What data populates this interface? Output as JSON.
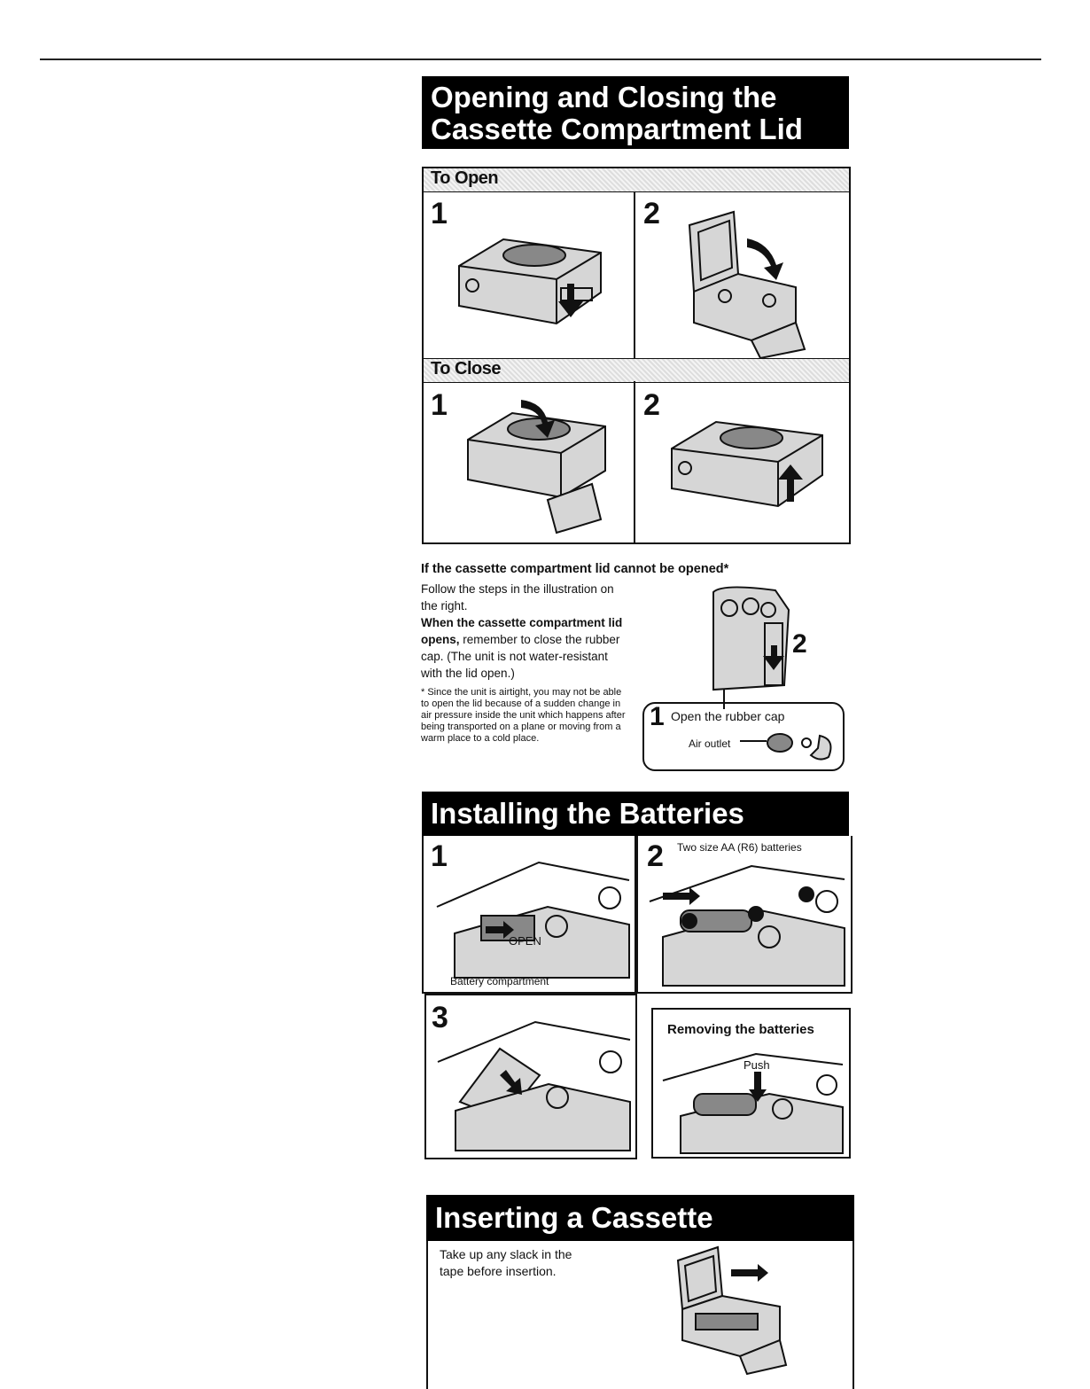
{
  "section_open_close": {
    "title_line1": "Opening and Closing the",
    "title_line2": "Cassette Compartment Lid",
    "to_open_label": "To Open",
    "to_close_label": "To Close",
    "step1": "1",
    "step2": "2"
  },
  "airtight_note": {
    "heading": "If the cassette compartment lid cannot be opened*",
    "follow_text": "Follow the steps in the illustration on the right.",
    "when_bold": "When the cassette compartment lid opens,",
    "when_rest": "remember to close the rubber cap. (The unit is not water-resistant with the lid open.)",
    "footnote": "* Since the unit is airtight, you may not be able to open the lid because of a sudden change in air pressure inside the unit which happens after being transported on a plane or moving from a warm place to a cold place.",
    "callout_step1": "1",
    "callout_text": "Open the rubber cap",
    "air_outlet": "Air outlet",
    "callout_step2": "2"
  },
  "section_batteries": {
    "title": "Installing the Batteries",
    "step1": "1",
    "step2": "2",
    "step3": "3",
    "open_label": "OPEN",
    "battery_compartment": "Battery compartment",
    "batteries_caption": "Two size AA (R6) batteries",
    "removing_title": "Removing the batteries",
    "push_label": "Push"
  },
  "section_cassette": {
    "title": "Inserting a Cassette",
    "text": "Take up any slack in the tape before insertion."
  }
}
